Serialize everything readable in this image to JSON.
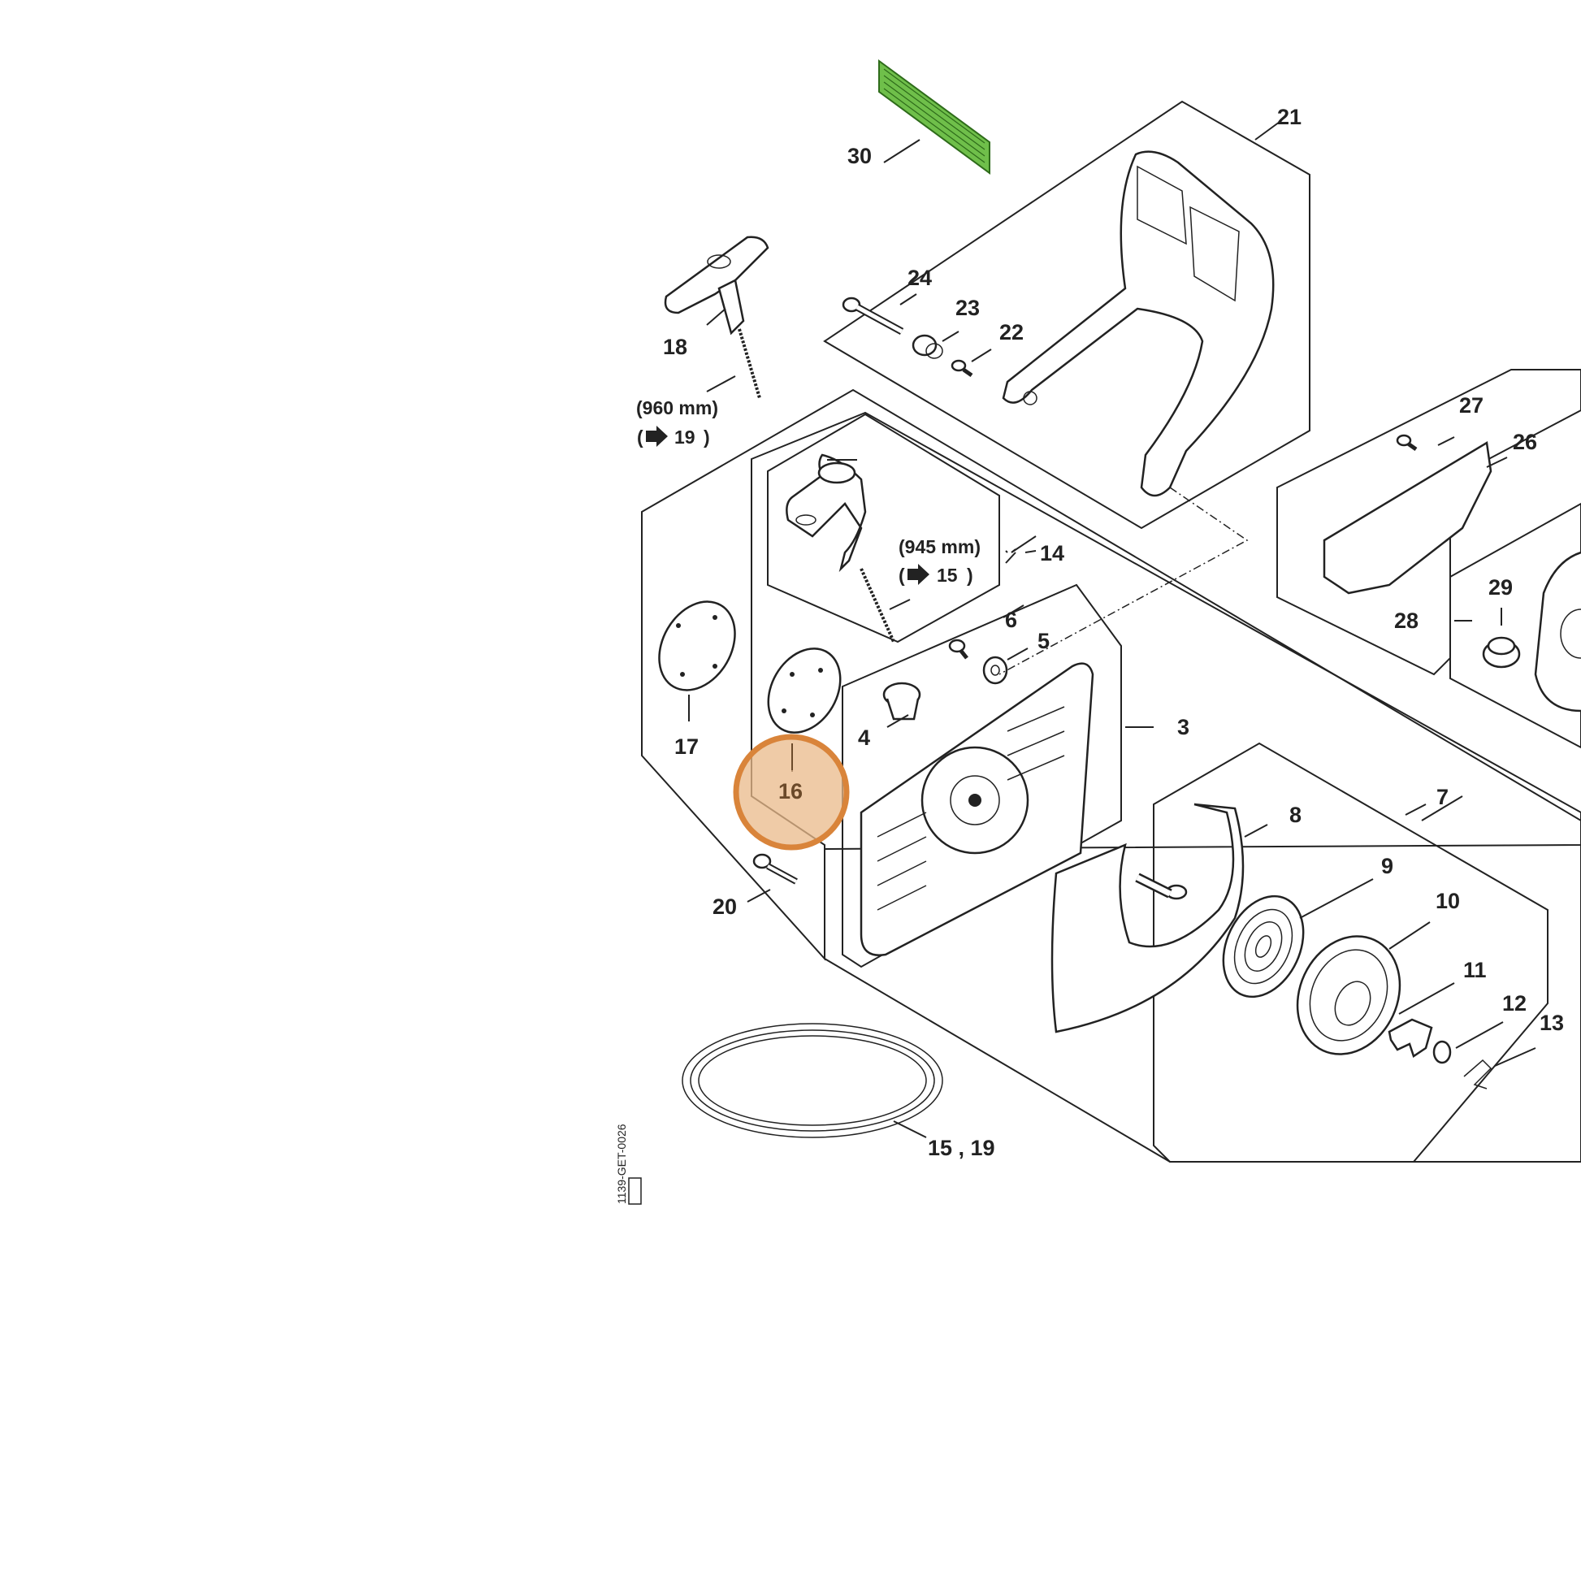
{
  "labels": {
    "p3": "3",
    "p4": "4",
    "p5": "5",
    "p6": "6",
    "p7": "7",
    "p8": "8",
    "p9": "9",
    "p10": "10",
    "p11": "11",
    "p12": "12",
    "p13": "13",
    "p14": "14",
    "p15_19": "15 , 19",
    "p16": "16",
    "p17": "17",
    "p18": "18",
    "p20": "20",
    "p21": "21",
    "p22": "22",
    "p23": "23",
    "p24": "24",
    "p26": "26",
    "p27": "27",
    "p28": "28",
    "p29": "29",
    "p30": "30"
  },
  "notes": {
    "rope_960": "(960 mm)",
    "ref_19": "19",
    "rope_945": "(945 mm)",
    "ref_15": "15"
  },
  "drawing_code": "1139-GET-0026",
  "highlight": {
    "part": "16",
    "color": "#e9b98a",
    "ring": "#d9843a"
  },
  "selected_part_color": "#6fbf4a"
}
